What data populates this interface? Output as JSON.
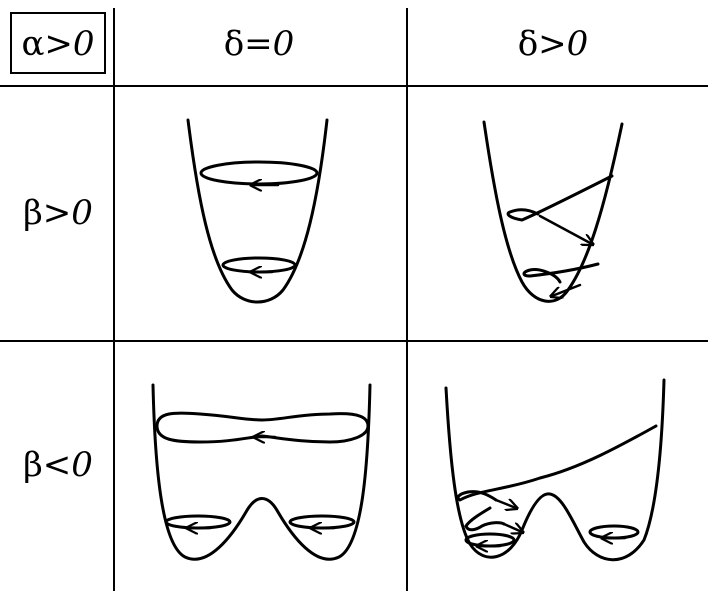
{
  "corner": {
    "greek": "α",
    "rel": ">",
    "num": "0"
  },
  "columns": [
    {
      "greek": "δ",
      "rel": "=",
      "num": "0"
    },
    {
      "greek": "δ",
      "rel": ">",
      "num": "0"
    }
  ],
  "rows": [
    {
      "greek": "β",
      "rel": ">",
      "num": "0"
    },
    {
      "greek": "β",
      "rel": "<",
      "num": "0"
    }
  ]
}
